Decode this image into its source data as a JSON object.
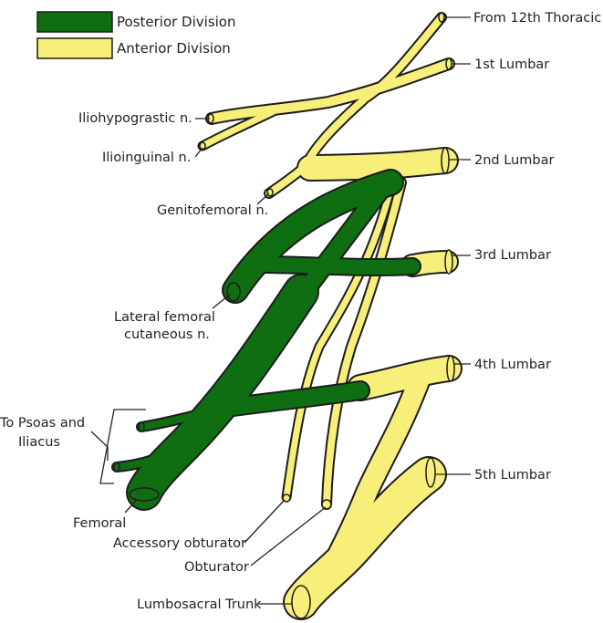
{
  "colors": {
    "posterior": "#0f6e12",
    "anterior": "#f8ee7a",
    "outline": "#1c1c1c",
    "background": "#ffffff"
  },
  "legend": {
    "posterior_label": "Posterior Division",
    "anterior_label": "Anterior Division"
  },
  "roots": {
    "t12": "From 12th Thoracic",
    "l1": "1st Lumbar",
    "l2": "2nd Lumbar",
    "l3": "3rd Lumbar",
    "l4": "4th Lumbar",
    "l5": "5th Lumbar"
  },
  "branches": {
    "iliohypogastric": "Iliohypograstic n.",
    "ilioinguinal": "Ilioinguinal n.",
    "genitofemoral": "Genitofemoral n.",
    "lateral_femoral_line1": "Lateral femoral",
    "lateral_femoral_line2": "cutaneous n.",
    "psoas_line1": "To Psoas and",
    "psoas_line2": "Iliacus",
    "femoral": "Femoral",
    "accessory_obturator": "Accessory obturator",
    "obturator": "Obturator",
    "lumbosacral_trunk": "Lumbosacral Trunk"
  }
}
